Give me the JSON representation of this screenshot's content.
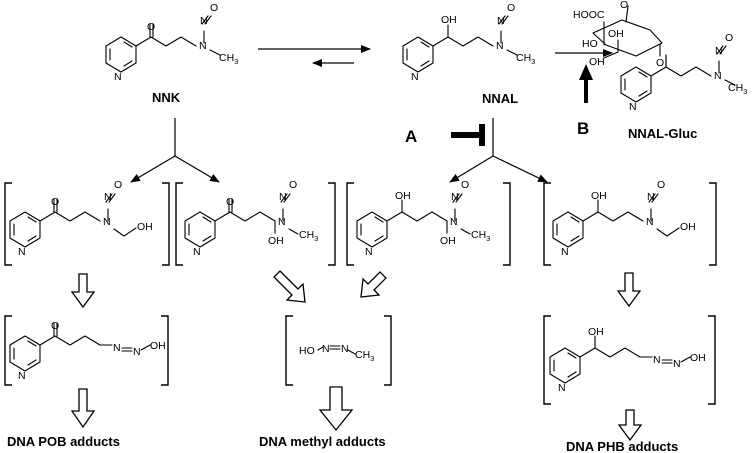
{
  "compounds": {
    "nnk": "NNK",
    "nnal": "NNAL",
    "nnal_gluc": "NNAL-Gluc"
  },
  "labels": {
    "a": "A",
    "b": "B"
  },
  "products": {
    "pob": "DNA POB adducts",
    "methyl": "DNA methyl adducts",
    "phb": "DNA PHB adducts"
  },
  "atoms": {
    "o": "O",
    "oh": "OH",
    "n": "N",
    "ho": "HO",
    "ch3": "CH",
    "sub3": "3",
    "hooc": "HOOC"
  }
}
